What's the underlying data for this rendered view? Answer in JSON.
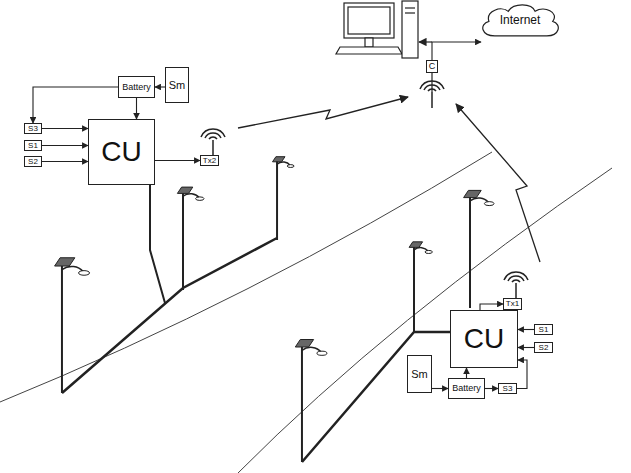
{
  "diagram": {
    "nodes": [
      {
        "text": [
          "Battery"
        ]
      },
      {
        "text": [
          "Sm"
        ]
      },
      {
        "text": [
          "S3"
        ]
      },
      {
        "text": [
          "S1"
        ]
      },
      {
        "text": [
          "S2"
        ]
      },
      {
        "text": [
          "CU"
        ]
      },
      {
        "text": [
          "Tx2"
        ]
      },
      {
        "text": [
          "Internet"
        ]
      },
      {
        "text": [
          "C"
        ]
      },
      {
        "text": [
          "Tx1"
        ]
      },
      {
        "text": [
          "CU"
        ]
      },
      {
        "text": [
          "S1"
        ]
      },
      {
        "text": [
          "S2"
        ]
      },
      {
        "text": [
          "Sm"
        ]
      },
      {
        "text": [
          "Battery"
        ]
      },
      {
        "text": [
          "S3"
        ]
      }
    ],
    "edges": [
      {
        "from": 1,
        "to": 0,
        "arrow": "to"
      },
      {
        "from": 0,
        "to": 2,
        "arrow": "to"
      },
      {
        "from": 0,
        "to": 5,
        "arrow": "to"
      },
      {
        "from": 2,
        "to": 5,
        "arrow": "to"
      },
      {
        "from": 3,
        "to": 5,
        "arrow": "to"
      },
      {
        "from": 4,
        "to": 5,
        "arrow": "to"
      },
      {
        "from": 5,
        "to": 6,
        "arrow": "to"
      },
      {
        "from": 8,
        "to": 7,
        "arrow": "to"
      },
      {
        "from": 10,
        "to": 9,
        "arrow": "to"
      },
      {
        "from": 11,
        "to": 10,
        "arrow": "to"
      },
      {
        "from": 12,
        "to": 10,
        "arrow": "to"
      },
      {
        "from": 13,
        "to": 14,
        "arrow": "to"
      },
      {
        "from": 14,
        "to": 15,
        "arrow": "to"
      },
      {
        "from": 14,
        "to": 10,
        "arrow": "to"
      },
      {
        "from": 15,
        "to": 10,
        "arrow": "to"
      }
    ]
  }
}
